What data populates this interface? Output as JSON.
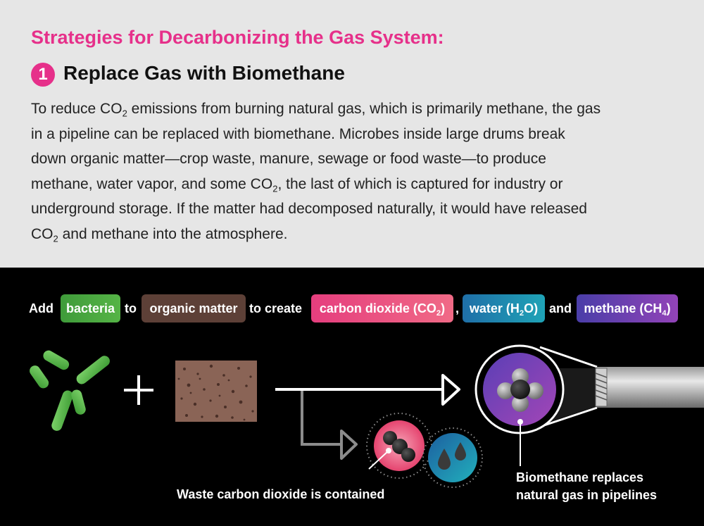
{
  "header": {
    "kicker": "Strategies for Decarbonizing the Gas System:",
    "step_number": "1",
    "title": "Replace Gas with Biomethane"
  },
  "body": {
    "line1": {
      "a": "To reduce CO",
      "sub": "2",
      "b": " emissions from burning natural gas, which is primarily methane, the gas"
    },
    "line2": "in a pipeline can be replaced with biomethane. Microbes inside large drums break",
    "line3": "down organic matter—crop waste, manure, sewage or food waste—to produce",
    "line4": {
      "a": "methane, water vapor, and some CO",
      "sub": "2",
      "b": ", the last of which is captured for industry or"
    },
    "line5": "underground storage. If the matter had decomposed naturally, it would have released",
    "line6": {
      "a": "CO",
      "sub": "2",
      "b": " and methane into the atmosphere."
    }
  },
  "equation": {
    "add": "Add",
    "bacteria": "bacteria",
    "to": "to",
    "organic_matter": "organic matter",
    "to_create": "to create",
    "co2": {
      "a": "carbon dioxide (CO",
      "sub": "2",
      "b": ")"
    },
    "comma": ",",
    "water": {
      "a": "water (H",
      "sub": "2",
      "b": "O)"
    },
    "and": "and",
    "methane": {
      "a": "methane (CH",
      "sub": "4",
      "b": ")"
    }
  },
  "captions": {
    "waste": "Waste carbon dioxide is contained",
    "pipeline_line1": "Biomethane replaces",
    "pipeline_line2": "natural gas in pipelines"
  },
  "colors": {
    "accent": "#e6308a",
    "bacteria": "#55b446",
    "organic": "#5d4037",
    "co2": "#ef5f86",
    "water": "#1f8fb0",
    "methane": "#7a3fb0"
  }
}
